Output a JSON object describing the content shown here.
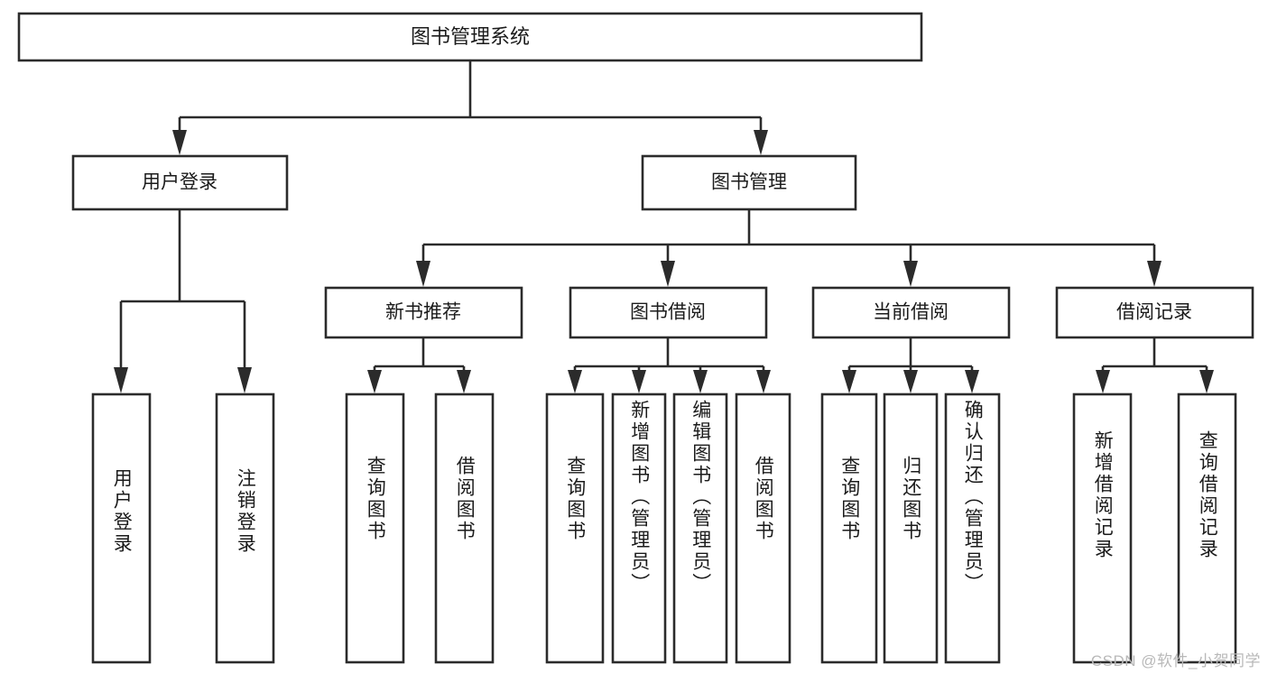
{
  "diagram": {
    "type": "tree-hierarchy",
    "title": "图书管理系统",
    "watermark": "CSDN @软件_小贺同学",
    "colors": {
      "background": "#ffffff",
      "stroke": "#2b2b2b",
      "text": "#1b1b1b",
      "watermark": "#b9b9b9"
    },
    "levels": {
      "root": {
        "label": "图书管理系统"
      },
      "level2": [
        {
          "id": "user-login",
          "label": "用户登录"
        },
        {
          "id": "book-management",
          "label": "图书管理"
        }
      ],
      "level3": [
        {
          "id": "new-book-recommend",
          "label": "新书推荐"
        },
        {
          "id": "book-borrow",
          "label": "图书借阅"
        },
        {
          "id": "current-borrow",
          "label": "当前借阅"
        },
        {
          "id": "borrow-record",
          "label": "借阅记录"
        }
      ],
      "leaves": {
        "user-login": [
          {
            "id": "leaf-user-login",
            "label": "用户登录"
          },
          {
            "id": "leaf-logout",
            "label": "注销登录"
          }
        ],
        "new-book-recommend": [
          {
            "id": "leaf-query-book-1",
            "label": "查询图书"
          },
          {
            "id": "leaf-borrow-book-1",
            "label": "借阅图书"
          }
        ],
        "book-borrow": [
          {
            "id": "leaf-query-book-2",
            "label": "查询图书"
          },
          {
            "id": "leaf-add-book",
            "label": "新增图书（管理员）"
          },
          {
            "id": "leaf-edit-book",
            "label": "编辑图书（管理员）"
          },
          {
            "id": "leaf-borrow-book-2",
            "label": "借阅图书"
          }
        ],
        "current-borrow": [
          {
            "id": "leaf-query-book-3",
            "label": "查询图书"
          },
          {
            "id": "leaf-return-book",
            "label": "归还图书"
          },
          {
            "id": "leaf-confirm-return",
            "label": "确认归还（管理员）"
          }
        ],
        "borrow-record": [
          {
            "id": "leaf-add-record",
            "label": "新增借阅记录"
          },
          {
            "id": "leaf-query-record",
            "label": "查询借阅记录"
          }
        ]
      }
    }
  }
}
